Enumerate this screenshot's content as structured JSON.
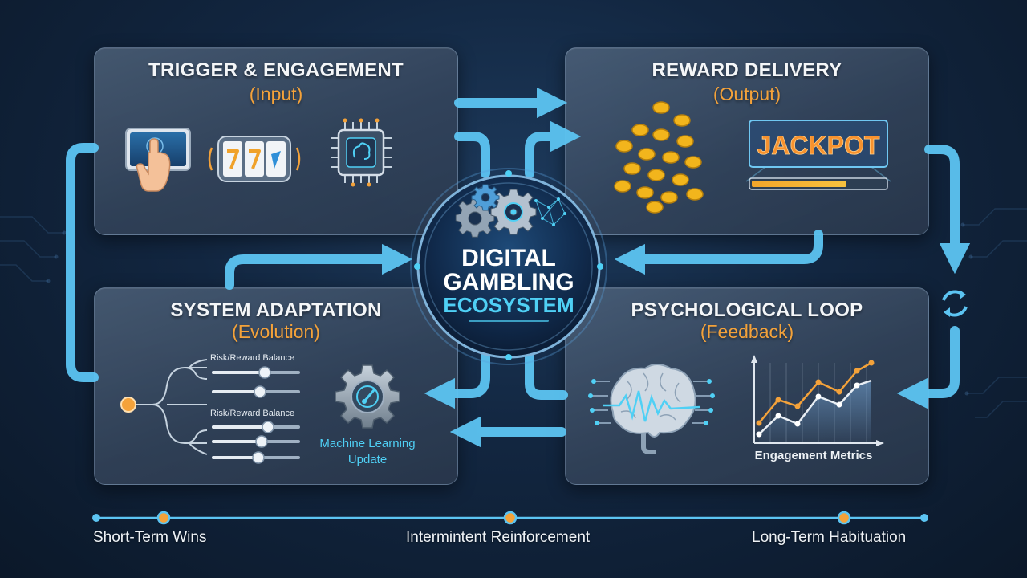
{
  "panels": {
    "trigger": {
      "title": "TRIGGER & ENGAGEMENT",
      "subtitle": "(Input)"
    },
    "reward": {
      "title": "REWARD DELIVERY",
      "subtitle": "(Output)",
      "jackpot": "JACKPOT"
    },
    "adaptation": {
      "title": "SYSTEM ADAPTATION",
      "subtitle": "(Evolution)",
      "slider_group_1": "Risk/Reward Balance",
      "slider_group_2": "Risk/Reward Balance",
      "ml_label_1": "Machine Learning",
      "ml_label_2": "Update"
    },
    "psych": {
      "title": "PSYCHOLOGICAL LOOP",
      "subtitle": "(Feedback)",
      "chart_caption": "Engagement Metrics"
    }
  },
  "hub": {
    "line1": "DIGITAL",
    "line2": "GAMBLING",
    "line3": "ECOSYSTEM"
  },
  "timeline": {
    "labels": [
      "Short-Term Wins",
      "Intermintent Reinforcement",
      "Long-Term Habituation"
    ]
  },
  "colors": {
    "arrow": "#5cc4f2",
    "accent_orange": "#f4a23a",
    "accent_cyan": "#4fd0f5",
    "coin": "#f2b51c"
  }
}
